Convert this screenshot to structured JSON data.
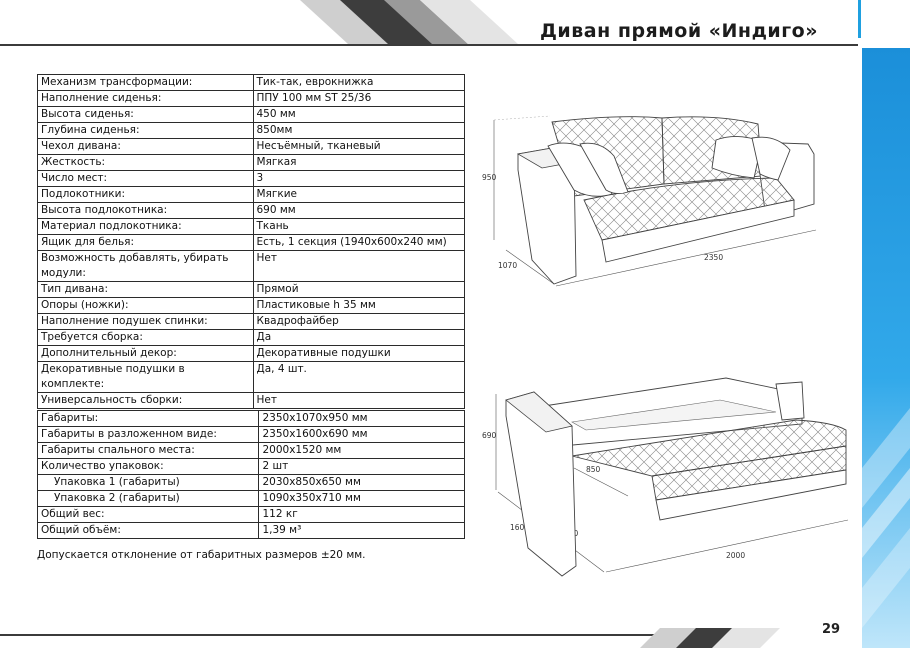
{
  "header": {
    "title": "Диван прямой «Индиго»"
  },
  "specs_main": [
    {
      "label": "Механизм трансформации:",
      "value": "Тик-так, еврокнижка"
    },
    {
      "label": "Наполнение сиденья:",
      "value": "ППУ 100 мм ST 25/36"
    },
    {
      "label": "Высота сиденья:",
      "value": "450 мм"
    },
    {
      "label": "Глубина сиденья:",
      "value": "850мм"
    },
    {
      "label": "Чехол дивана:",
      "value": "Несъёмный, тканевый"
    },
    {
      "label": "Жесткость:",
      "value": "Мягкая"
    },
    {
      "label": "Число мест:",
      "value": "3"
    },
    {
      "label": "Подлокотники:",
      "value": "Мягкие"
    },
    {
      "label": "Высота подлокотника:",
      "value": "690 мм"
    },
    {
      "label": "Материал подлокотника:",
      "value": "Ткань"
    },
    {
      "label": "Ящик для белья:",
      "value": "Есть, 1 секция (1940х600х240 мм)"
    },
    {
      "label": "Возможность добавлять, убирать модули:",
      "value": "Нет"
    },
    {
      "label": "Тип дивана:",
      "value": "Прямой"
    },
    {
      "label": "Опоры (ножки):",
      "value": "Пластиковые h 35 мм"
    },
    {
      "label": "Наполнение подушек спинки:",
      "value": "Квадрофайбер"
    },
    {
      "label": "Требуется сборка:",
      "value": "Да"
    },
    {
      "label": "Дополнительный декор:",
      "value": "Декоративные подушки"
    },
    {
      "label": "Декоративные подушки в комплекте:",
      "value": "Да, 4 шт."
    },
    {
      "label": "Универсальность сборки:",
      "value": "Нет"
    }
  ],
  "specs_dimensions": [
    {
      "label": "Габариты:",
      "value": "2350х1070х950 мм"
    },
    {
      "label": "Габариты в разложенном виде:",
      "value": "2350х1600х690 мм"
    },
    {
      "label": "Габариты спального места:",
      "value": "2000х1520 мм"
    },
    {
      "label": "Количество упаковок:",
      "value": "2 шт"
    },
    {
      "label": "Упаковка 1 (габариты)",
      "value": "2030х850х650 мм",
      "indent": true
    },
    {
      "label": "Упаковка 2 (габариты)",
      "value": "1090х350х710 мм",
      "indent": true
    },
    {
      "label": "Общий вес:",
      "value": "112 кг"
    },
    {
      "label": "Общий объём:",
      "value": "1,39 м³"
    }
  ],
  "note": "Допускается отклонение от габаритных размеров ±20 мм.",
  "drawing_folded": {
    "height": "950",
    "depth": "1070",
    "width": "2350"
  },
  "drawing_unfolded": {
    "height": "690",
    "seat_depth": "850",
    "depth": "1600",
    "seat_height": "450",
    "sleep_length": "2000"
  },
  "footer": {
    "page_number": "29"
  },
  "colors": {
    "accent_blue": "#1fa0e0",
    "band_blue_dark": "#1b8fd9",
    "band_blue_light": "#bfe6fa",
    "dark_gray": "#3b3b3b",
    "light_gray": "#c9c9c9"
  }
}
